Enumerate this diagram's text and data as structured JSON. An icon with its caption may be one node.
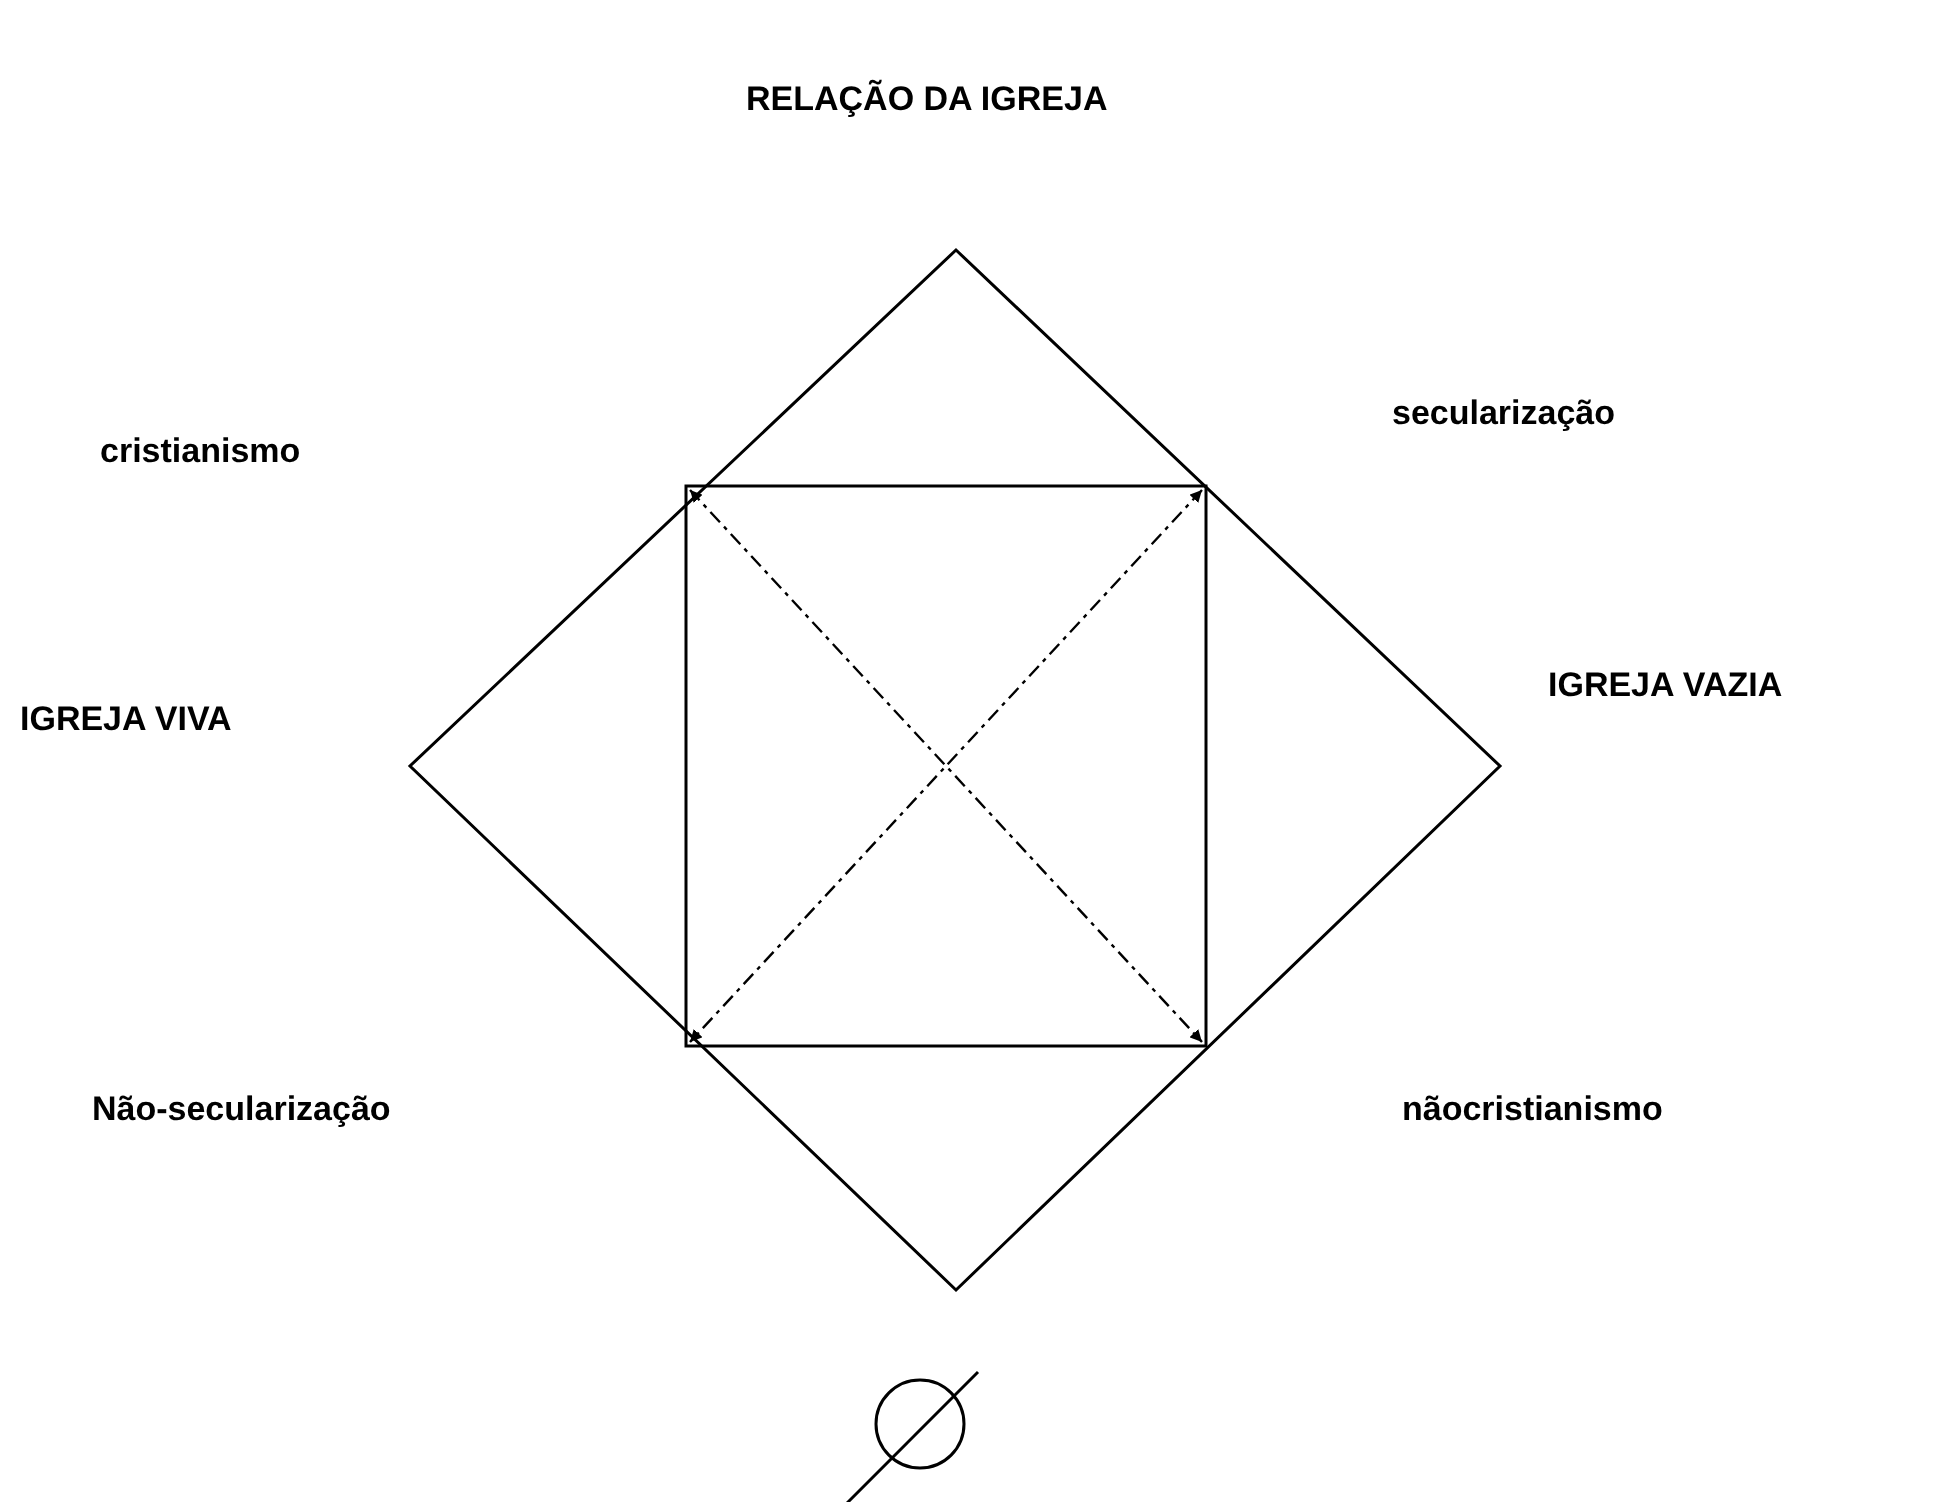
{
  "diagram": {
    "title": "RELAÇÃO DA IGREJA",
    "labels": [
      "cristianismo",
      "secularização",
      "IGREJA VIVA",
      "IGREJA VAZIA",
      "Não-secularização",
      "nãocristianismo"
    ]
  }
}
